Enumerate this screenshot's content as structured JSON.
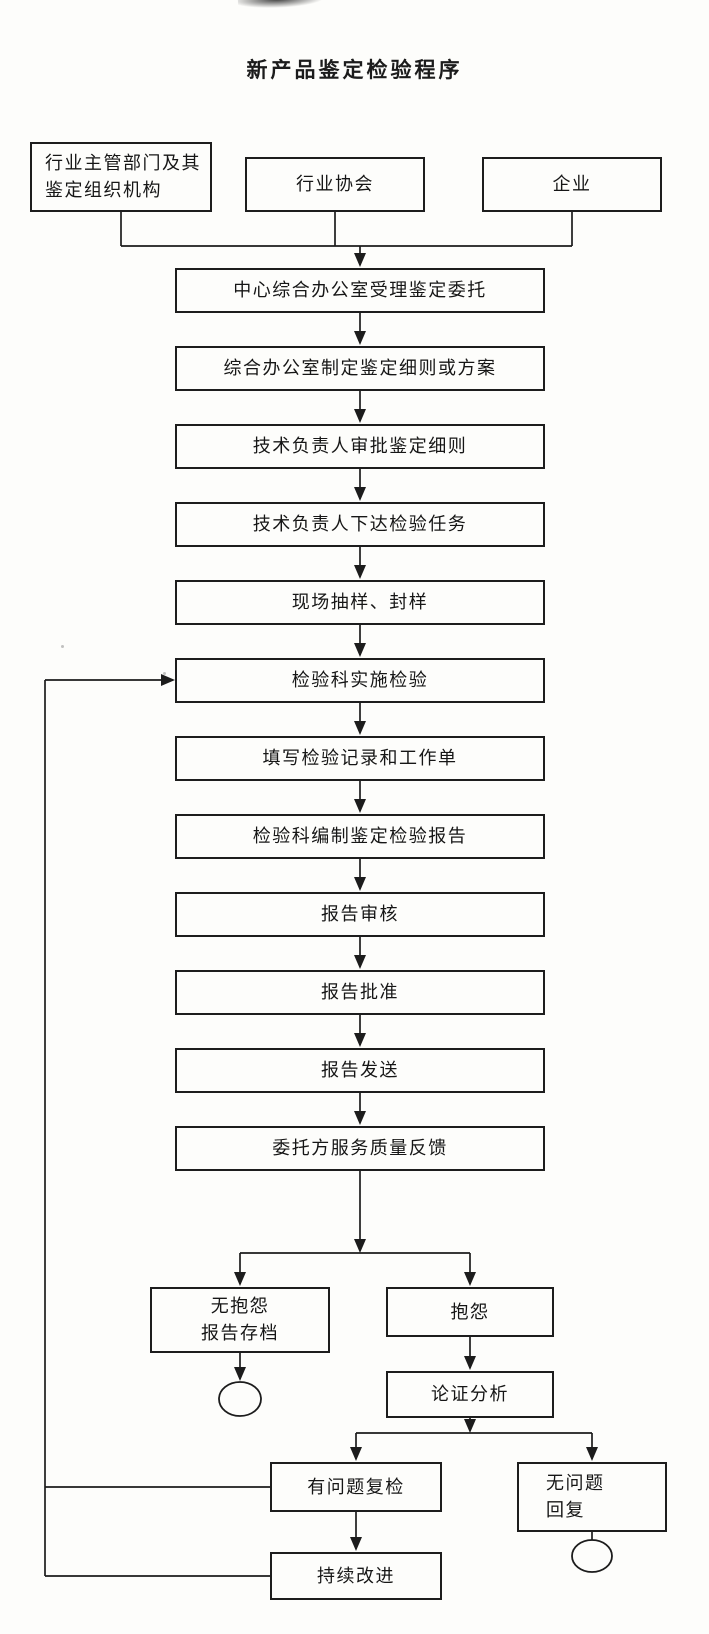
{
  "page": {
    "title": "新产品鉴定检验程序",
    "ink_color": "#1c1c1c",
    "paper_color": "#fdfdfb"
  },
  "nodes": {
    "industry_authority": {
      "label": "行业主管部门及其\n鉴定组织机构"
    },
    "industry_association": {
      "label": "行业协会"
    },
    "enterprise": {
      "label": "企业"
    },
    "accept_commission": {
      "label": "中心综合办公室受理鉴定委托"
    },
    "draft_rules": {
      "label": "综合办公室制定鉴定细则或方案"
    },
    "approve_rules": {
      "label": "技术负责人审批鉴定细则"
    },
    "assign_task": {
      "label": "技术负责人下达检验任务"
    },
    "site_sampling": {
      "label": "现场抽样、封样"
    },
    "perform_inspection": {
      "label": "检验科实施检验"
    },
    "fill_records": {
      "label": "填写检验记录和工作单"
    },
    "compile_report": {
      "label": "检验科编制鉴定检验报告"
    },
    "report_review": {
      "label": "报告审核"
    },
    "report_approval": {
      "label": "报告批准"
    },
    "report_delivery": {
      "label": "报告发送"
    },
    "service_feedback": {
      "label": "委托方服务质量反馈"
    },
    "no_complaint_archive": {
      "label": "无抱怨\n报告存档"
    },
    "complaint": {
      "label": "抱怨"
    },
    "analysis": {
      "label": "论证分析"
    },
    "problem_recheck": {
      "label": "有问题复检"
    },
    "no_problem_reply": {
      "label": "无问题\n回复"
    },
    "continuous_improvement": {
      "label": "持续改进"
    }
  },
  "edges": [
    {
      "from": "industry_authority",
      "to": "accept_commission"
    },
    {
      "from": "industry_association",
      "to": "accept_commission"
    },
    {
      "from": "enterprise",
      "to": "accept_commission"
    },
    {
      "from": "accept_commission",
      "to": "draft_rules"
    },
    {
      "from": "draft_rules",
      "to": "approve_rules"
    },
    {
      "from": "approve_rules",
      "to": "assign_task"
    },
    {
      "from": "assign_task",
      "to": "site_sampling"
    },
    {
      "from": "site_sampling",
      "to": "perform_inspection"
    },
    {
      "from": "perform_inspection",
      "to": "fill_records"
    },
    {
      "from": "fill_records",
      "to": "compile_report"
    },
    {
      "from": "compile_report",
      "to": "report_review"
    },
    {
      "from": "report_review",
      "to": "report_approval"
    },
    {
      "from": "report_approval",
      "to": "report_delivery"
    },
    {
      "from": "report_delivery",
      "to": "service_feedback"
    },
    {
      "from": "service_feedback",
      "to": "no_complaint_archive"
    },
    {
      "from": "service_feedback",
      "to": "complaint"
    },
    {
      "from": "no_complaint_archive",
      "to": "terminator_left"
    },
    {
      "from": "complaint",
      "to": "analysis"
    },
    {
      "from": "analysis",
      "to": "problem_recheck"
    },
    {
      "from": "analysis",
      "to": "no_problem_reply"
    },
    {
      "from": "no_problem_reply",
      "to": "terminator_right"
    },
    {
      "from": "problem_recheck",
      "to": "continuous_improvement"
    },
    {
      "from": "problem_recheck",
      "to": "perform_inspection"
    },
    {
      "from": "continuous_improvement",
      "to": "perform_inspection"
    }
  ]
}
